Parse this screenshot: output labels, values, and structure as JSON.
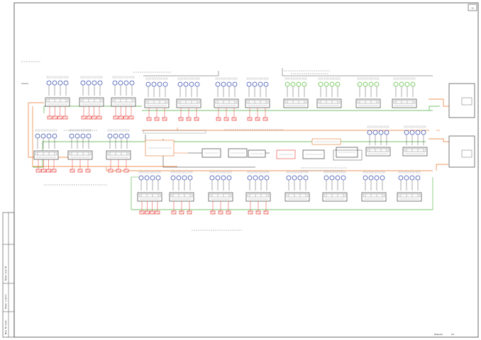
{
  "sheet": {
    "page_number": "11",
    "format_label": "Формат",
    "format_value": "А3"
  },
  "title_block": {
    "side_labels": [
      "Инв. № подл.",
      "Подп. и дата",
      "Взам. инв. №"
    ]
  },
  "colors": {
    "frame": "#333333",
    "orange_line": "#e8742a",
    "green_line": "#4caf3c",
    "red_box": "#e53935",
    "dark_red_box": "#b71c1c",
    "blue_circle": "#3a4fb0",
    "green_circle": "#5cc040",
    "black_line": "#222222"
  },
  "icons": {
    "sensor_blue": "blue-circle-sensor-icon",
    "sensor_green": "green-circle-sensor-icon",
    "actuator": "red-box-actuator-icon"
  }
}
